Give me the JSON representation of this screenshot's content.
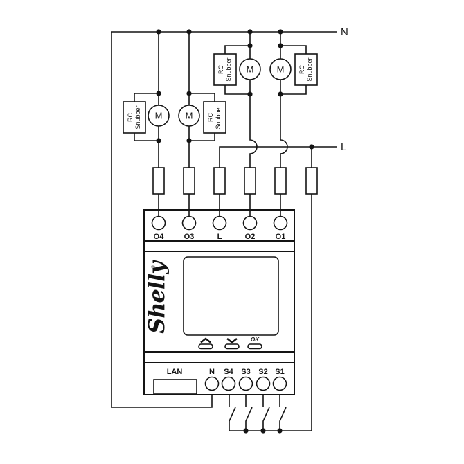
{
  "diagram": {
    "bus_labels": {
      "neutral": "N",
      "live": "L"
    },
    "motors": [
      {
        "label": "M"
      },
      {
        "label": "M"
      },
      {
        "label": "M"
      },
      {
        "label": "M"
      }
    ],
    "snubbers": [
      {
        "line1": "RC",
        "line2": "Snubber"
      },
      {
        "line1": "RC",
        "line2": "Snubber"
      },
      {
        "line1": "RC",
        "line2": "Snubber"
      },
      {
        "line1": "RC",
        "line2": "Snubber"
      }
    ]
  },
  "device": {
    "brand": "Shelly",
    "registered_mark": "®",
    "top_terminals": [
      {
        "label": "O4"
      },
      {
        "label": "O3"
      },
      {
        "label": "L"
      },
      {
        "label": "O2"
      },
      {
        "label": "O1"
      }
    ],
    "bottom_terminals": [
      {
        "label": "N"
      },
      {
        "label": "S4"
      },
      {
        "label": "S3"
      },
      {
        "label": "S2"
      },
      {
        "label": "S1"
      }
    ],
    "lan_label": "LAN",
    "buttons": {
      "ok_label": "OK"
    }
  },
  "colors": {
    "line": "#141414",
    "background": "#ffffff"
  }
}
